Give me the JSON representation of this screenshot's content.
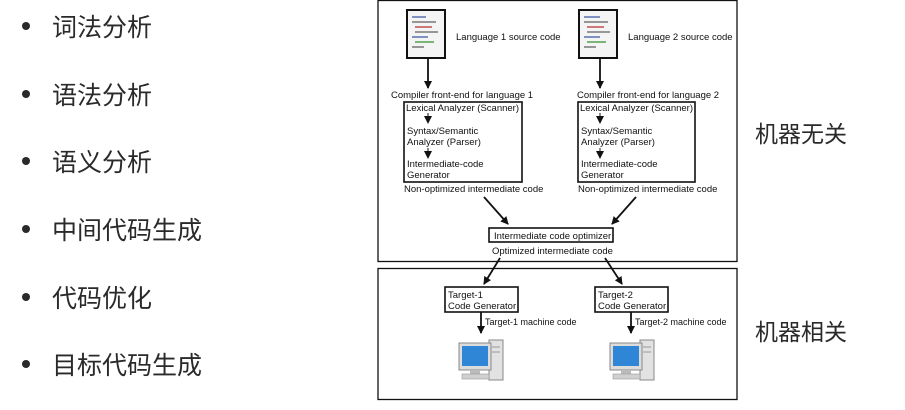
{
  "bullets": [
    "词法分析",
    "语法分析",
    "语义分析",
    "中间代码生成",
    "代码优化",
    "目标代码生成"
  ],
  "side_labels": {
    "top": "机器无关",
    "bottom": "机器相关"
  },
  "diagram": {
    "source1": "Language 1 source code",
    "source2": "Language 2 source code",
    "frontend1_title": "Compiler front-end for language 1",
    "frontend2_title": "Compiler front-end for language 2",
    "lexical": "Lexical Analyzer (Scanner)",
    "syntax_line1": "Syntax/Semantic",
    "syntax_line2": "Analyzer (Parser)",
    "intermediate_line1": "Intermediate-code",
    "intermediate_line2": "Generator",
    "non_optimized": "Non-optimized intermediate code",
    "optimizer": "Intermediate code optimizer",
    "optimized": "Optimized intermediate code",
    "target1_line1": "Target-1",
    "target1_line2": "Code Generator",
    "target2_line1": "Target-2",
    "target2_line2": "Code Generator",
    "target1_machine": "Target-1 machine code",
    "target2_machine": "Target-2 machine code"
  }
}
